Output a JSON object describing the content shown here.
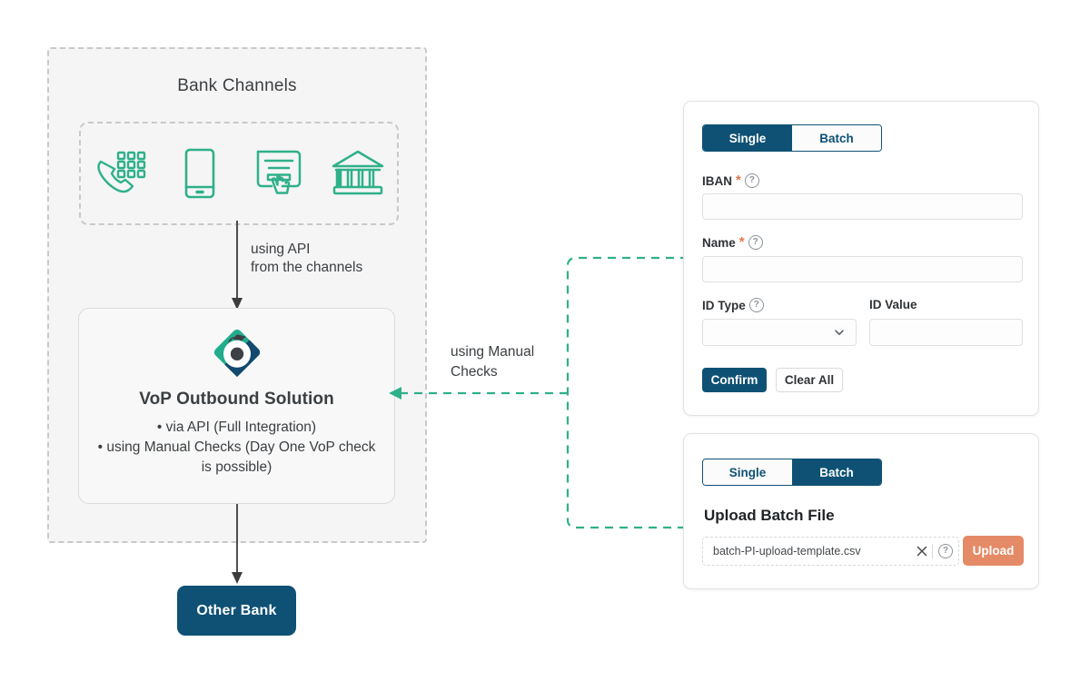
{
  "diagram": {
    "bank_zone": {
      "title": "Bank Channels",
      "channel_icons": [
        {
          "name": "phone-keypad-icon",
          "label": "Phone Banking"
        },
        {
          "name": "mobile-phone-icon",
          "label": "Mobile Banking"
        },
        {
          "name": "online-form-click-icon",
          "label": "Online Banking"
        },
        {
          "name": "bank-building-icon",
          "label": "Branch"
        }
      ]
    },
    "api_connector": {
      "label_line1": "using API",
      "label_line2": "from the channels"
    },
    "vop_card": {
      "logo_name": "vop-diamond-logo",
      "title": "VoP Outbound Solution",
      "bullets": [
        "via API (Full Integration)",
        "using Manual Checks (Day One VoP check is possible)"
      ]
    },
    "manual_connector": {
      "label_line1": "using Manual",
      "label_line2": "Checks"
    },
    "other_bank": {
      "label": "Other Bank"
    }
  },
  "single_card": {
    "toggle": {
      "single_label": "Single",
      "batch_label": "Batch",
      "active": "Single"
    },
    "fields": {
      "iban": {
        "label": "IBAN",
        "required": true,
        "value": "",
        "placeholder": ""
      },
      "name": {
        "label": "Name",
        "required": true,
        "value": "",
        "placeholder": ""
      },
      "id_type": {
        "label": "ID Type",
        "required": false,
        "value": "",
        "placeholder": ""
      },
      "id_value": {
        "label": "ID Value",
        "required": false,
        "value": "",
        "placeholder": ""
      }
    },
    "buttons": {
      "confirm": "Confirm",
      "clear_all": "Clear All"
    }
  },
  "batch_card": {
    "toggle": {
      "single_label": "Single",
      "batch_label": "Batch",
      "active": "Batch"
    },
    "heading": "Upload Batch File",
    "file_name": "batch-PI-upload-template.csv",
    "upload_button": "Upload"
  },
  "colors": {
    "navy": "#0e5174",
    "teal": "#2fb08a",
    "coral": "#e58a66",
    "zone_bg": "#f5f5f5",
    "dashed_gray": "#c9c9c9",
    "text_dark": "#3b3f42"
  },
  "glyphs": {
    "help": "?",
    "close": "×",
    "bullet": "•",
    "asterisk": "*"
  }
}
